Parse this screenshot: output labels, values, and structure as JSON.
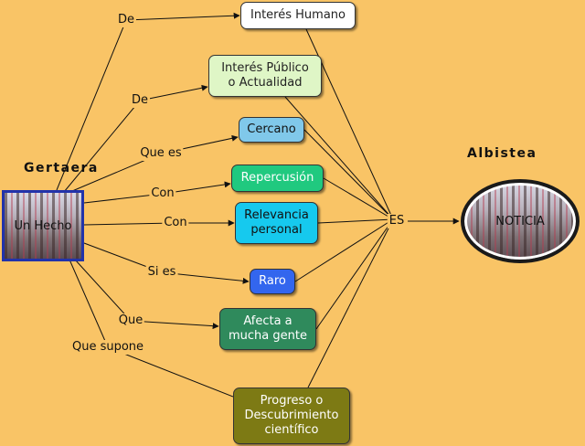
{
  "source_label": "Gertaera",
  "target_label": "Albistea",
  "source_node": "Un Hecho",
  "target_node": "NOTICIA",
  "hub_label": "ES",
  "colors": {
    "background": "#F9C466",
    "humano": "#FFFFFF",
    "publico": "#DFF6C6",
    "cercano": "#80C8EA",
    "repercusion": "#20C97F",
    "relevancia": "#16C9EE",
    "raro": "#3366EE",
    "afecta": "#2F8A5C",
    "progreso": "#7D7A14"
  },
  "concepts": [
    {
      "id": "humano",
      "label": "Interés Humano",
      "link": "De"
    },
    {
      "id": "publico",
      "label": "Interés  Público\no Actualidad",
      "link": "De"
    },
    {
      "id": "cercano",
      "label": "Cercano",
      "link": "Que es"
    },
    {
      "id": "repercusion",
      "label": "Repercusión",
      "link": "Con"
    },
    {
      "id": "relevancia",
      "label": "Relevancia\npersonal",
      "link": "Con"
    },
    {
      "id": "raro",
      "label": "Raro",
      "link": "Si es"
    },
    {
      "id": "afecta",
      "label": "Afecta a\nmucha gente",
      "link": "Que"
    },
    {
      "id": "progreso",
      "label": "Progreso o\nDescubrimiento\ncientífico",
      "link": "Que supone"
    }
  ]
}
